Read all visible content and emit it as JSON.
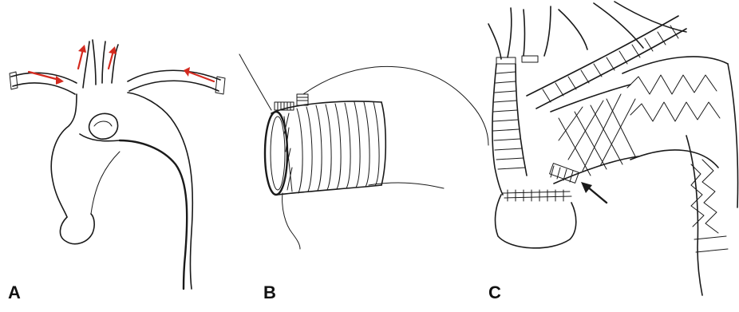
{
  "panels": [
    {
      "label": "A"
    },
    {
      "label": "B"
    },
    {
      "label": "C"
    }
  ],
  "colors": {
    "ink": "#1a1a1a",
    "arrow_red": "#d42a1f",
    "background": "#ffffff"
  }
}
